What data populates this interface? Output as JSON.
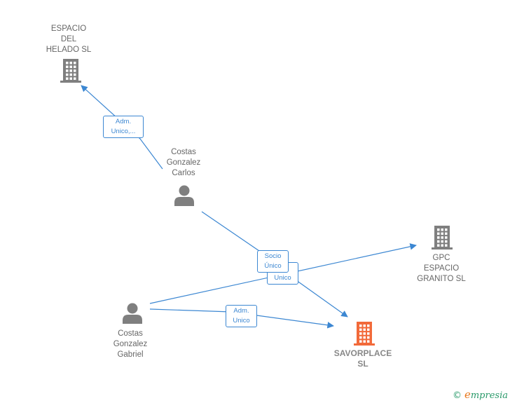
{
  "nodes": {
    "espacio_del_helado": {
      "type": "company",
      "lines": [
        "ESPACIO",
        "DEL",
        "HELADO  SL"
      ],
      "color": "#7f7f7f"
    },
    "costas_carlos": {
      "type": "person",
      "lines": [
        "Costas",
        "Gonzalez",
        "Carlos"
      ],
      "color": "#7f7f7f"
    },
    "gpc_espacio_granito": {
      "type": "company",
      "lines": [
        "GPC",
        "ESPACIO",
        "GRANITO  SL"
      ],
      "color": "#7f7f7f"
    },
    "costas_gabriel": {
      "type": "person",
      "lines": [
        "Costas",
        "Gonzalez",
        "Gabriel"
      ],
      "color": "#7f7f7f"
    },
    "savorplace": {
      "type": "company",
      "lines": [
        "SAVORPLACE",
        "SL"
      ],
      "color": "#f26a3a"
    }
  },
  "edges": {
    "carlos_to_helado": {
      "lines": [
        "Adm.",
        "Unico,..."
      ]
    },
    "carlos_to_savorplace": {
      "lines": [
        "Socio",
        "Único"
      ]
    },
    "gabriel_to_gpc": {
      "lines": [
        "Unico"
      ]
    },
    "gabriel_to_savorplace": {
      "lines": [
        "Adm.",
        "Unico"
      ]
    }
  },
  "colors": {
    "edge": "#3c87d2",
    "icon_gray": "#7f7f7f",
    "icon_main": "#f26a3a"
  },
  "brand": {
    "copyright": "©",
    "initial": "e",
    "name": "mpresia"
  }
}
